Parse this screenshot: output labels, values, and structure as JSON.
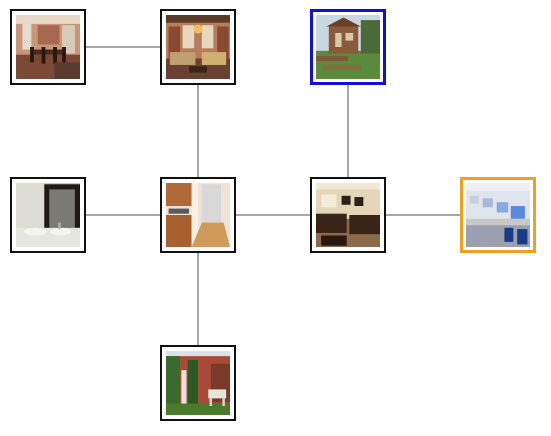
{
  "graph": {
    "highlight_colors": {
      "primary": "#1010d8",
      "secondary": "#f0a020"
    },
    "nodes": [
      {
        "id": "dining-room",
        "scene": "dining-room",
        "selection": "none"
      },
      {
        "id": "living-room",
        "scene": "living-room",
        "selection": "none"
      },
      {
        "id": "backyard-shed",
        "scene": "backyard-shed",
        "selection": "primary"
      },
      {
        "id": "bathroom",
        "scene": "bathroom",
        "selection": "none"
      },
      {
        "id": "kitchen",
        "scene": "kitchen",
        "selection": "none"
      },
      {
        "id": "classroom",
        "scene": "classroom",
        "selection": "none"
      },
      {
        "id": "computer-lab",
        "scene": "computer-lab",
        "selection": "secondary"
      },
      {
        "id": "garden",
        "scene": "garden",
        "selection": "none"
      }
    ],
    "edges": [
      [
        "dining-room",
        "living-room"
      ],
      [
        "living-room",
        "kitchen"
      ],
      [
        "backyard-shed",
        "classroom"
      ],
      [
        "bathroom",
        "kitchen"
      ],
      [
        "kitchen",
        "classroom"
      ],
      [
        "classroom",
        "computer-lab"
      ],
      [
        "kitchen",
        "garden"
      ]
    ]
  }
}
